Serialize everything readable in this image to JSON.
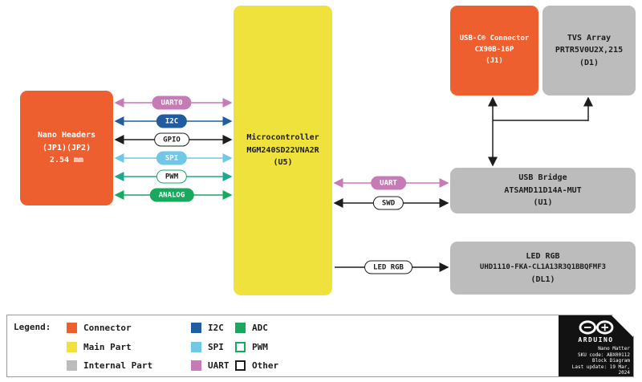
{
  "diagram": {
    "blocks": {
      "nano_headers": {
        "lines": [
          "Nano Headers",
          "(JP1)(JP2)",
          "2.54 mm"
        ]
      },
      "microcontroller": {
        "lines": [
          "Microcontroller",
          "MGM240SD22VNA2R",
          "(U5)"
        ]
      },
      "usb_c": {
        "lines": [
          "USB-C® Connector",
          "CX90B-16P",
          "(J1)"
        ]
      },
      "tvs": {
        "lines": [
          "TVS Array",
          "PRTR5V0U2X,215",
          "(D1)"
        ]
      },
      "usb_bridge": {
        "lines": [
          "USB Bridge",
          "ATSAMD11D14A-MUT",
          "(U1)"
        ]
      },
      "led_rgb": {
        "lines": [
          "LED RGB",
          "UHD1110-FKA-CL1A13R3Q1BBQFMF3",
          "(DL1)"
        ]
      }
    },
    "buses_left": [
      {
        "label": "UART0",
        "type": "uart"
      },
      {
        "label": "I2C",
        "type": "i2c"
      },
      {
        "label": "GPIO",
        "type": "other"
      },
      {
        "label": "SPI",
        "type": "spi"
      },
      {
        "label": "PWM",
        "type": "pwm"
      },
      {
        "label": "ANALOG",
        "type": "adc"
      }
    ],
    "buses_right": [
      {
        "label": "UART",
        "type": "uart"
      },
      {
        "label": "SWD",
        "type": "other"
      }
    ],
    "bus_led": {
      "label": "LED RGB",
      "type": "other"
    }
  },
  "legend": {
    "title": "Legend:",
    "items": [
      {
        "label": "Connector",
        "type": "connector"
      },
      {
        "label": "Main Part",
        "type": "main"
      },
      {
        "label": "Internal Part",
        "type": "internal"
      },
      {
        "label": "I2C",
        "type": "i2c"
      },
      {
        "label": "SPI",
        "type": "spi"
      },
      {
        "label": "UART",
        "type": "uart"
      },
      {
        "label": "ADC",
        "type": "adc"
      },
      {
        "label": "PWM",
        "type": "pwm"
      },
      {
        "label": "Other",
        "type": "other"
      }
    ],
    "branding": {
      "name": "ARDUINO",
      "product": "Nano Matter",
      "sku": "SKU code: ABX00112",
      "doc": "Block Diagram",
      "updated": "Last update: 19 Mar, 2024"
    }
  },
  "colors": {
    "connector_orange": "#EE5F30",
    "main_yellow": "#F0E23C",
    "internal_gray": "#BCBCBC",
    "i2c_blue": "#1F5DA0",
    "spi_light_blue": "#70C7E6",
    "uart_pink": "#C77BB6",
    "adc_green": "#18A85E",
    "pwm_green_outline": "#18A85E",
    "other_black": "#1d1d1b"
  }
}
